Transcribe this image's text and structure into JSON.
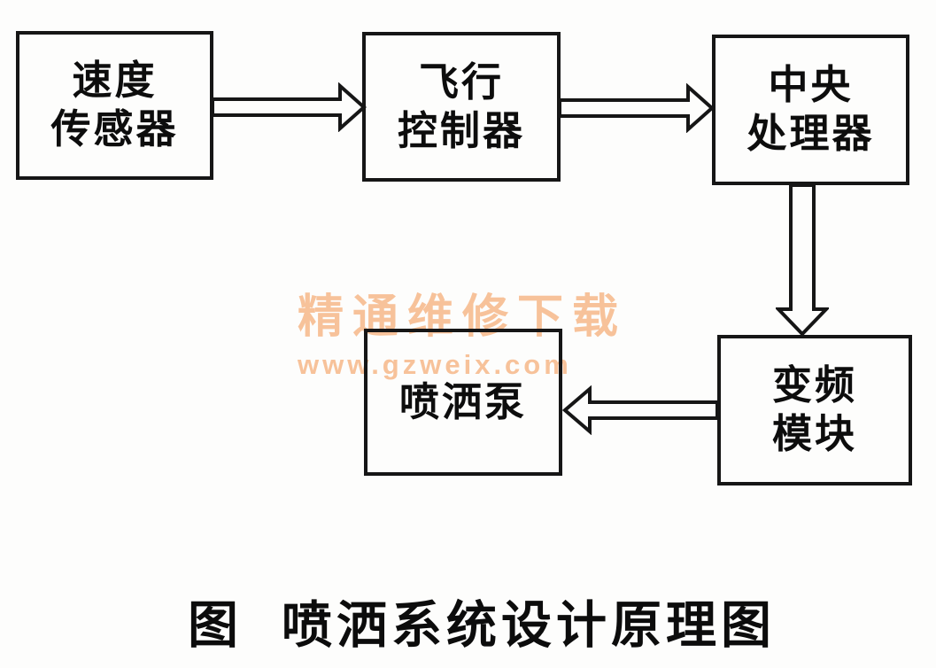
{
  "page": {
    "background": "#fdfdfc",
    "ink_color": "#161616"
  },
  "watermark": {
    "line1": "精通维修下载",
    "line2": "www.gzweix.com",
    "color": "#f7c29a"
  },
  "diagram": {
    "boxes": {
      "speed_sensor": {
        "line1": "速度",
        "line2": "传感器"
      },
      "flight_controller": {
        "line1": "飞行",
        "line2": "控制器"
      },
      "central_processor": {
        "line1": "中央",
        "line2": "处理器"
      },
      "inverter_module": {
        "line1": "变频",
        "line2": "模块"
      },
      "spray_pump": {
        "line1": "喷洒泵"
      }
    },
    "arrows": [
      {
        "name": "speed-sensor-to-flight-controller",
        "direction": "right",
        "style": "hollow"
      },
      {
        "name": "flight-controller-to-central-processor",
        "direction": "right",
        "style": "hollow"
      },
      {
        "name": "central-processor-to-inverter-module",
        "direction": "down",
        "style": "hollow"
      },
      {
        "name": "inverter-module-to-spray-pump",
        "direction": "left",
        "style": "hollow"
      }
    ]
  },
  "caption": {
    "prefix": "图",
    "title": "喷洒系统设计原理图"
  }
}
